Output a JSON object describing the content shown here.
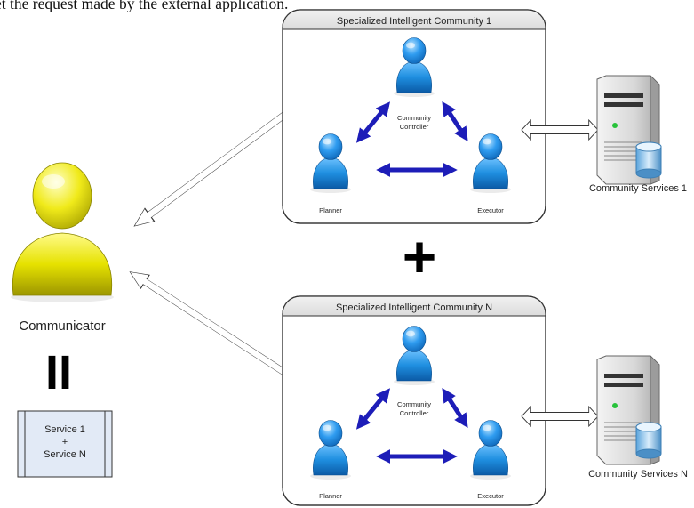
{
  "caption_fragment": "et the request made by the external application.",
  "communicator": {
    "label": "Communicator",
    "equals_symbol": "II"
  },
  "service_box": {
    "line1": "Service 1",
    "line2": "+",
    "line3": "Service N"
  },
  "plus_symbol": "+",
  "communities": [
    {
      "title": "Specialized Intelligent Community 1",
      "controller_line1": "Community",
      "controller_line2": "Controller",
      "planner": "Planner",
      "executor": "Executor",
      "services": "Community Services 1"
    },
    {
      "title": "Specialized Intelligent Community N",
      "controller_line1": "Community",
      "controller_line2": "Controller",
      "planner": "Planner",
      "executor": "Executor",
      "services": "Community Services N"
    }
  ],
  "colors": {
    "agent_blue": "#1f8fe0",
    "communicator_yellow": "#e6e200",
    "inner_arrow": "#1d1db8",
    "panel_border": "#333333",
    "service_box_fill": "#e2eaf6"
  }
}
